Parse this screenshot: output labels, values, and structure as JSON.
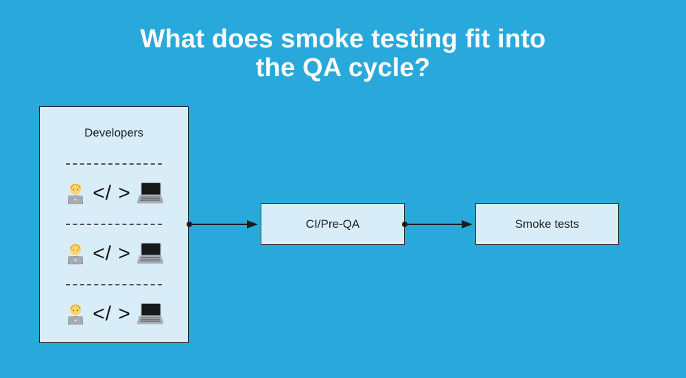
{
  "title": {
    "line1": "What does smoke testing fit into",
    "line2": "the QA cycle?"
  },
  "colors": {
    "background": "#29A9DB",
    "panel_fill": "#D9EDF8",
    "panel_border": "#1A1A1A",
    "connector": "#1B1B1B",
    "title_text": "#FFFFFF",
    "label_text": "#1F1F1F",
    "divider": "#4F4F4F"
  },
  "developers_panel": {
    "label": "Developers",
    "icons": {
      "person": "technologist-emoji",
      "laptop": "laptop-emoji"
    },
    "rows": [
      {
        "code_text": "</ >"
      },
      {
        "code_text": "</ >"
      },
      {
        "code_text": "</ >"
      }
    ]
  },
  "nodes": [
    {
      "label": "CI/Pre-QA"
    },
    {
      "label": "Smoke tests"
    }
  ]
}
